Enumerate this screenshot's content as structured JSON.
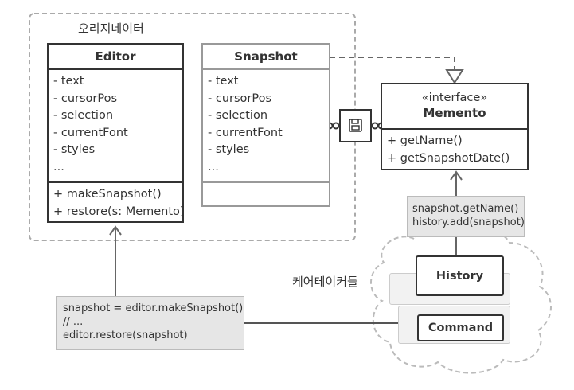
{
  "originator": {
    "group_label": "오리지네이터",
    "editor": {
      "name": "Editor",
      "fields": [
        "- text",
        "- cursorPos",
        "- selection",
        "- currentFont",
        "- styles",
        "..."
      ],
      "methods": [
        "+ makeSnapshot()",
        "+ restore(s: Memento)"
      ]
    },
    "snapshot": {
      "name": "Snapshot",
      "fields": [
        "- text",
        "- cursorPos",
        "- selection",
        "- currentFont",
        "- styles",
        "..."
      ]
    }
  },
  "memento": {
    "stereotype": "«interface»",
    "name": "Memento",
    "methods": [
      "+ getName()",
      "+ getSnapshotDate()"
    ]
  },
  "caretaker": {
    "group_label": "케어테이커들",
    "history": "History",
    "command": "Command"
  },
  "notes": {
    "history_note": [
      "snapshot.getName()",
      "history.add(snapshot)"
    ],
    "command_note": [
      "snapshot = editor.makeSnapshot()",
      "// ...",
      "editor.restore(snapshot)"
    ]
  },
  "icons": {
    "save": "save-icon"
  }
}
